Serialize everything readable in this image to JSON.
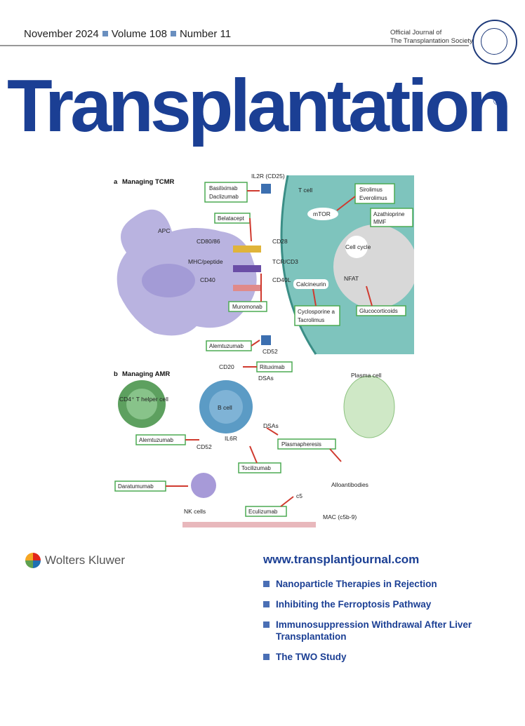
{
  "header": {
    "issue_date": "November 2024",
    "volume": "Volume 108",
    "number": "Number 11",
    "official_line1": "Official Journal of",
    "official_line2": "The Transplantation Society"
  },
  "masthead": {
    "title": "Transplantation",
    "registered_mark": "®"
  },
  "figure": {
    "panel_a": {
      "letter": "a",
      "title": "Managing TCMR"
    },
    "panel_b": {
      "letter": "b",
      "title": "Managing AMR"
    },
    "cells": {
      "apc": "APC",
      "t_cell": "T cell",
      "mtor": "mTOR",
      "cell_cycle": "Cell cycle",
      "calcineurin": "Calcineurin",
      "nfat": "NFAT",
      "b_cell": "B cell",
      "cd4": "CD4⁺ T helper cell",
      "plasma_cell": "Plasma cell",
      "nk_cells": "NK cells"
    },
    "receptors": {
      "il2r": "IL2R (CD25)",
      "cd80_86": "CD80/86",
      "cd28": "CD28",
      "mhc": "MHC/peptide",
      "tcr": "TCR/CD3",
      "cd40": "CD40",
      "cd40l": "CD40L",
      "cd52_a": "CD52",
      "cd20": "CD20",
      "dsas1": "DSAs",
      "dsas2": "DSAs",
      "cd52_b": "CD52",
      "il6r": "IL6R",
      "alloantibodies": "Alloantibodies",
      "c5": "c5",
      "mac": "MAC (c5b-9)"
    },
    "drugs": {
      "basiliximab": "Basiliximab",
      "daclizumab": "Daclizumab",
      "sirolimus": "Sirolimus",
      "everolimus": "Everolimus",
      "azathioprine": "Azathioprine",
      "mmf": "MMF",
      "belatacept": "Belatacept",
      "muromonab": "Muromonab",
      "cyclosporine": "Cyclosporine a",
      "tacrolimus": "Tacrolimus",
      "glucocorticoids": "Glucocorticoids",
      "alemtuzumab_a": "Alemtuzumab",
      "rituximab": "Rituximab",
      "alemtuzumab_b": "Alemtuzumab",
      "plasmapheresis": "Plasmapheresis",
      "tocilizumab": "Tocilizumab",
      "daratumumab": "Daratumumab",
      "eculizumab": "Eculizumab"
    }
  },
  "publisher": {
    "name": "Wolters Kluwer"
  },
  "website": "www.transplantjournal.com",
  "toc": [
    "Nanoparticle Therapies in Rejection",
    "Inhibiting the Ferroptosis Pathway",
    "Immunosuppression Withdrawal After Liver Transplantation",
    "The TWO Study"
  ],
  "colors": {
    "brand_blue": "#1b3f94",
    "bullet": "#4a6fb5",
    "tcell": "#7ec4bd",
    "apc": "#b9b3e0",
    "drug_box": "#4caa52",
    "inhibitor": "#d03a2f"
  }
}
